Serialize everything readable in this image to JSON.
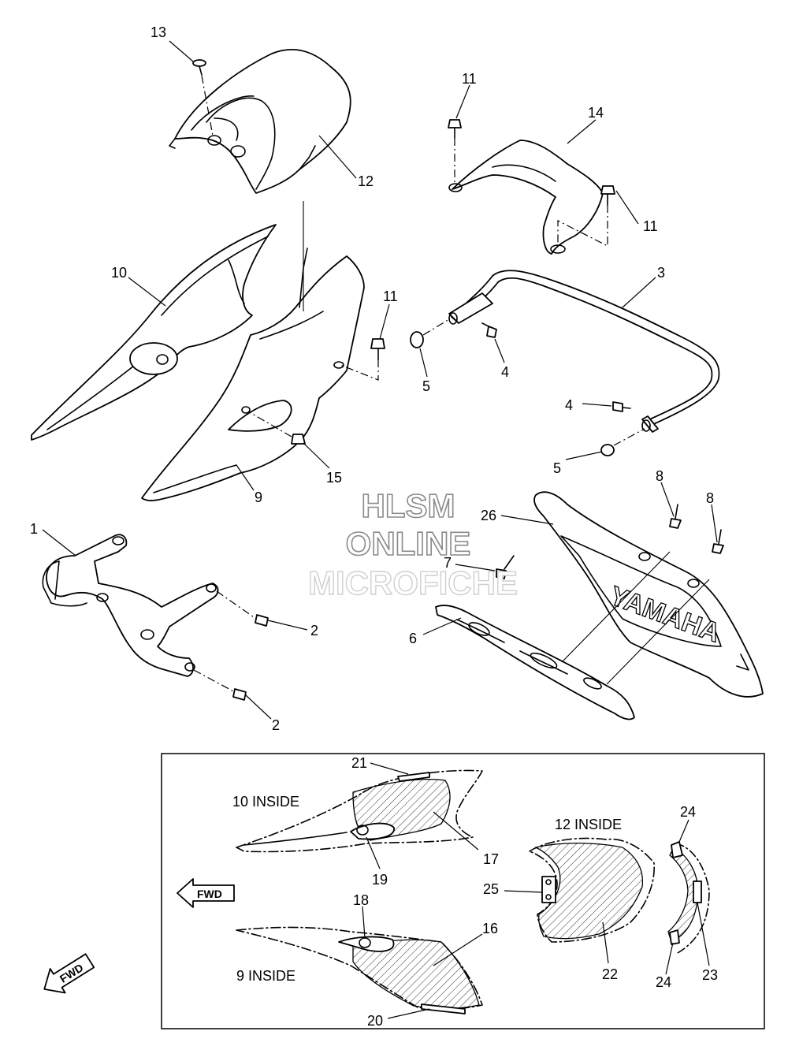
{
  "callouts": {
    "c13": "13",
    "c12": "12",
    "c11a": "11",
    "c14": "14",
    "c11b": "11",
    "c10": "10",
    "c11c": "11",
    "c3": "3",
    "c5a": "5",
    "c4a": "4",
    "c4b": "4",
    "c5b": "5",
    "c15": "15",
    "c9": "9",
    "c1": "1",
    "c26": "26",
    "c8a": "8",
    "c8b": "8",
    "c7": "7",
    "c2a": "2",
    "c6": "6",
    "c2b": "2",
    "c21": "21",
    "c17": "17",
    "c19": "19",
    "c24a": "24",
    "c25": "25",
    "c22": "22",
    "c18": "18",
    "c16": "16",
    "c24b": "24",
    "c23": "23",
    "c20": "20"
  },
  "inset_labels": {
    "ten_inside": "10 INSIDE",
    "twelve_inside": "12 INSIDE",
    "nine_inside": "9 INSIDE"
  },
  "fwd_arrows": {
    "inset_arrow": "FWD",
    "corner_arrow": "FWD"
  },
  "watermark": {
    "line1": "HLSM",
    "line2": "ONLINE",
    "line3": "MICROFICHE"
  },
  "logo_text": "YAMAHA"
}
